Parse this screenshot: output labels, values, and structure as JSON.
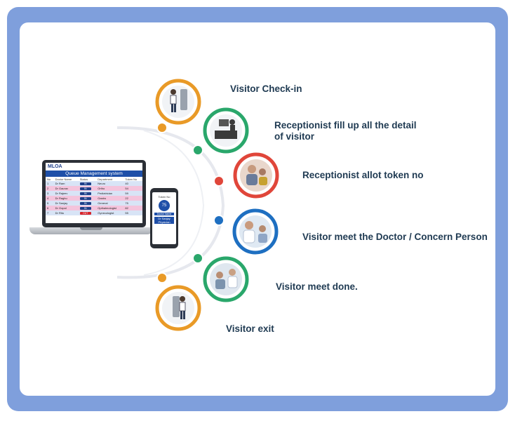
{
  "steps": [
    {
      "label": "Visitor Check-in",
      "icon": "visitor-kiosk-icon",
      "ring_color": "#e99a27"
    },
    {
      "label": "Receptionist fill up all the detail of visitor",
      "icon": "receptionist-desk-icon",
      "ring_color": "#2aa76b"
    },
    {
      "label": "Receptionist allot token no",
      "icon": "token-allotment-icon",
      "ring_color": "#e0463a"
    },
    {
      "label": "Visitor meet the Doctor / Concern Person",
      "icon": "doctor-consultation-icon",
      "ring_color": "#1e6fc1"
    },
    {
      "label": "Visitor meet done.",
      "icon": "meeting-done-icon",
      "ring_color": "#2aa76b"
    },
    {
      "label": "Visitor exit",
      "icon": "visitor-exit-icon",
      "ring_color": "#e99a27"
    }
  ],
  "laptop_screen": {
    "brand": "MLOA",
    "title": "Queue Management system",
    "columns": [
      "No",
      "Doctor Name",
      "Status",
      "Department",
      "Token No"
    ],
    "rows": [
      [
        "1",
        "Dr Ram",
        "IN",
        "Neuro",
        "40"
      ],
      [
        "2",
        "Dr Gaurav",
        "IN",
        "Ortho",
        "54"
      ],
      [
        "3",
        "Dr Rajeev",
        "IN",
        "Pediatrician",
        "59"
      ],
      [
        "4",
        "Dr Raghu",
        "IN",
        "Gastro",
        "22"
      ],
      [
        "5",
        "Dr Sanjay",
        "IN",
        "General",
        "75"
      ],
      [
        "6",
        "Dr Gopal",
        "IN",
        "Opthalmologist",
        "82"
      ],
      [
        "7",
        "Dr Ritu",
        "OUT",
        "Gynecologist",
        "55"
      ]
    ]
  },
  "phone_screen": {
    "token_label": "Token No",
    "token_value": "75",
    "doctor_label": "Doctor Name",
    "doctor_name": "Dr Sanjay Physician"
  },
  "colors": {
    "frame": "#7f9fdc",
    "arc": "#e6e8ee",
    "orange": "#e99a27",
    "green": "#2aa76b",
    "red": "#e0463a",
    "blue": "#1e6fc1"
  }
}
